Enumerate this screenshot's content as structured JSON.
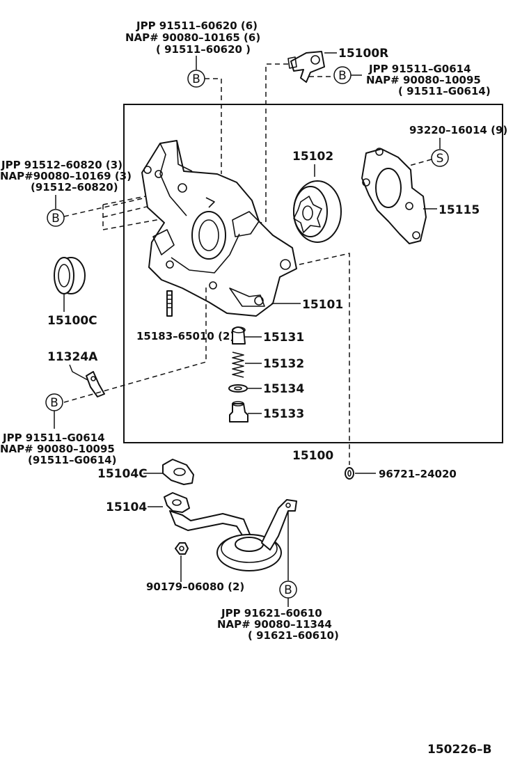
{
  "parts": {
    "main_assembly": "15100",
    "crankshaft_position_sensor": "15100R",
    "oil_seal": "15100C",
    "pump_rotor_set": "15102",
    "plate": "15115",
    "pump_body": "15101",
    "relief_valve": "15131",
    "relief_spring": "15132",
    "relief_washer": "15134",
    "relief_plug": "15133",
    "bracket": "11324A",
    "gasket": "15104C",
    "strainer": "15104",
    "stud": "15183–65010 (2)",
    "screw": "93220–16014 (9)",
    "o_ring": "96721–24020",
    "nut": "90179–06080 (2)"
  },
  "callouts": {
    "bolt_top": [
      "JPP  91511–60620 (6)",
      "NAP# 90080–10165 (6)",
      "( 91511–60620 )"
    ],
    "bolt_sensor": [
      "JPP  91511–G0614",
      "NAP# 90080–10095",
      "( 91511–G0614)"
    ],
    "bolt_left": [
      "JPP 91512–60820 (3)",
      "NAP#90080–10169 (3)",
      "(91512–60820)"
    ],
    "bolt_bracket": [
      "JPP   91511–G0614",
      "NAP# 90080–10095",
      "(91511–G0614)"
    ],
    "bolt_strainer": [
      "JPP  91621–60610",
      "NAP# 90080–11344",
      "( 91621–60610)"
    ]
  },
  "symbols": {
    "bolt": "B",
    "screw": "S"
  },
  "diagram_id": "150226–B"
}
